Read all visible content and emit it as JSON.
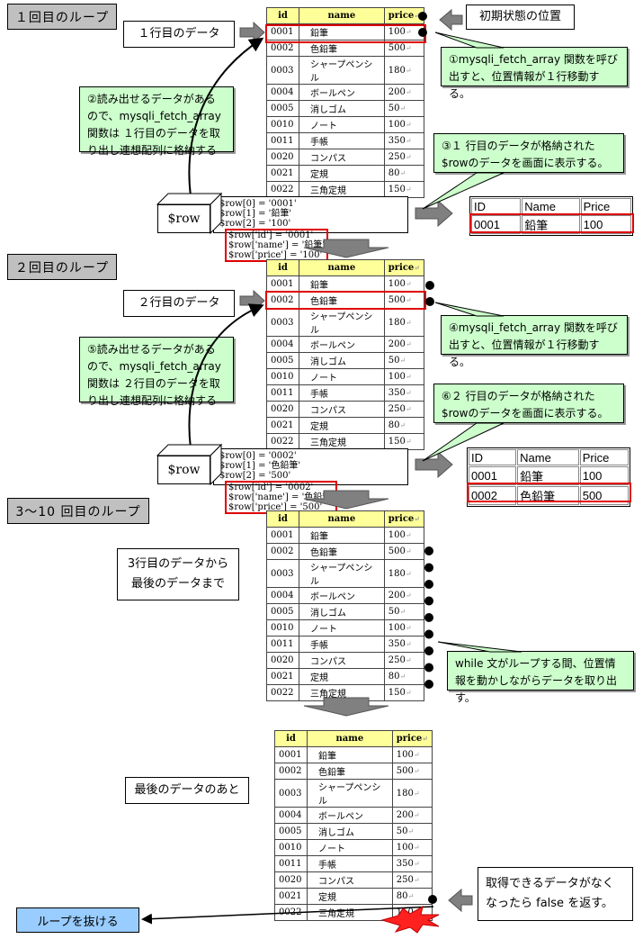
{
  "table_header": {
    "id": "id",
    "name": "name",
    "price": "price"
  },
  "table_rows": [
    {
      "id": "0001",
      "name": "鉛筆",
      "price": "100"
    },
    {
      "id": "0002",
      "name": "色鉛筆",
      "price": "500"
    },
    {
      "id": "0003",
      "name": "シャープペンシル",
      "price": "180"
    },
    {
      "id": "0004",
      "name": "ボールペン",
      "price": "200"
    },
    {
      "id": "0005",
      "name": "消しゴム",
      "price": "50"
    },
    {
      "id": "0010",
      "name": "ノート",
      "price": "100"
    },
    {
      "id": "0011",
      "name": "手帳",
      "price": "350"
    },
    {
      "id": "0020",
      "name": "コンパス",
      "price": "250"
    },
    {
      "id": "0021",
      "name": "定規",
      "price": "80"
    },
    {
      "id": "0022",
      "name": "三角定規",
      "price": "150"
    }
  ],
  "return_mark": "↵",
  "loop1": {
    "label": "１回目のループ",
    "row_note": "１行目のデータ",
    "initial_position": "初期状態の位置",
    "callout1": "①mysqli_fetch_array 関数を呼び出すと、位置情報が１行移動する。",
    "callout2": "②読み出せるデータがあるので、mysqli_fetch_array 関数は １行目のデータを取り出し連想配列に格納する",
    "callout3": "③１ 行目のデータが格納された $rowのデータを画面に表示する。",
    "row_var": "$row",
    "indexed": [
      "$row[0] = '0001'",
      "$row[1] = '鉛筆'",
      "$row[2] = '100'"
    ],
    "assoc": [
      "$row['id'] = '0001'",
      "$row['name'] = '鉛筆'",
      "$row['price'] = '100'"
    ],
    "output_header": [
      "ID",
      "Name",
      "Price"
    ],
    "output_rows": [
      [
        "0001",
        "鉛筆",
        "100"
      ]
    ]
  },
  "loop2": {
    "label": "２回目のループ",
    "row_note": "２行目のデータ",
    "callout4": "④mysqli_fetch_array 関数を呼び出すと、位置情報が１行移動する。",
    "callout5": "⑤読み出せるデータがあるので、mysqli_fetch_array 関数は ２行目のデータを取り出し連想配列に格納する",
    "callout6": "⑥２ 行目のデータが格納された $rowのデータを画面に表示する。",
    "row_var": "$row",
    "indexed": [
      "$row[0] = '0002'",
      "$row[1] = '色鉛筆'",
      "$row[2] = '500'"
    ],
    "assoc": [
      "$row['id'] = '0002'",
      "$row['name'] = '色鉛筆'",
      "$row['price'] = '500'"
    ],
    "output_header": [
      "ID",
      "Name",
      "Price"
    ],
    "output_rows": [
      [
        "0001",
        "鉛筆",
        "100"
      ],
      [
        "0002",
        "色鉛筆",
        "500"
      ]
    ]
  },
  "loop3": {
    "label": "3～10 回目のループ",
    "row_note_line1": "3行目のデータから",
    "row_note_line2": "最後のデータまで",
    "callout": "while 文がループする間、位置情報を動かしながらデータを取り出す。"
  },
  "loop_end": {
    "note": "最後のデータのあと",
    "false_note": "取得できるデータがなくなったら false を返す。",
    "exit_label": "ループを抜ける"
  }
}
